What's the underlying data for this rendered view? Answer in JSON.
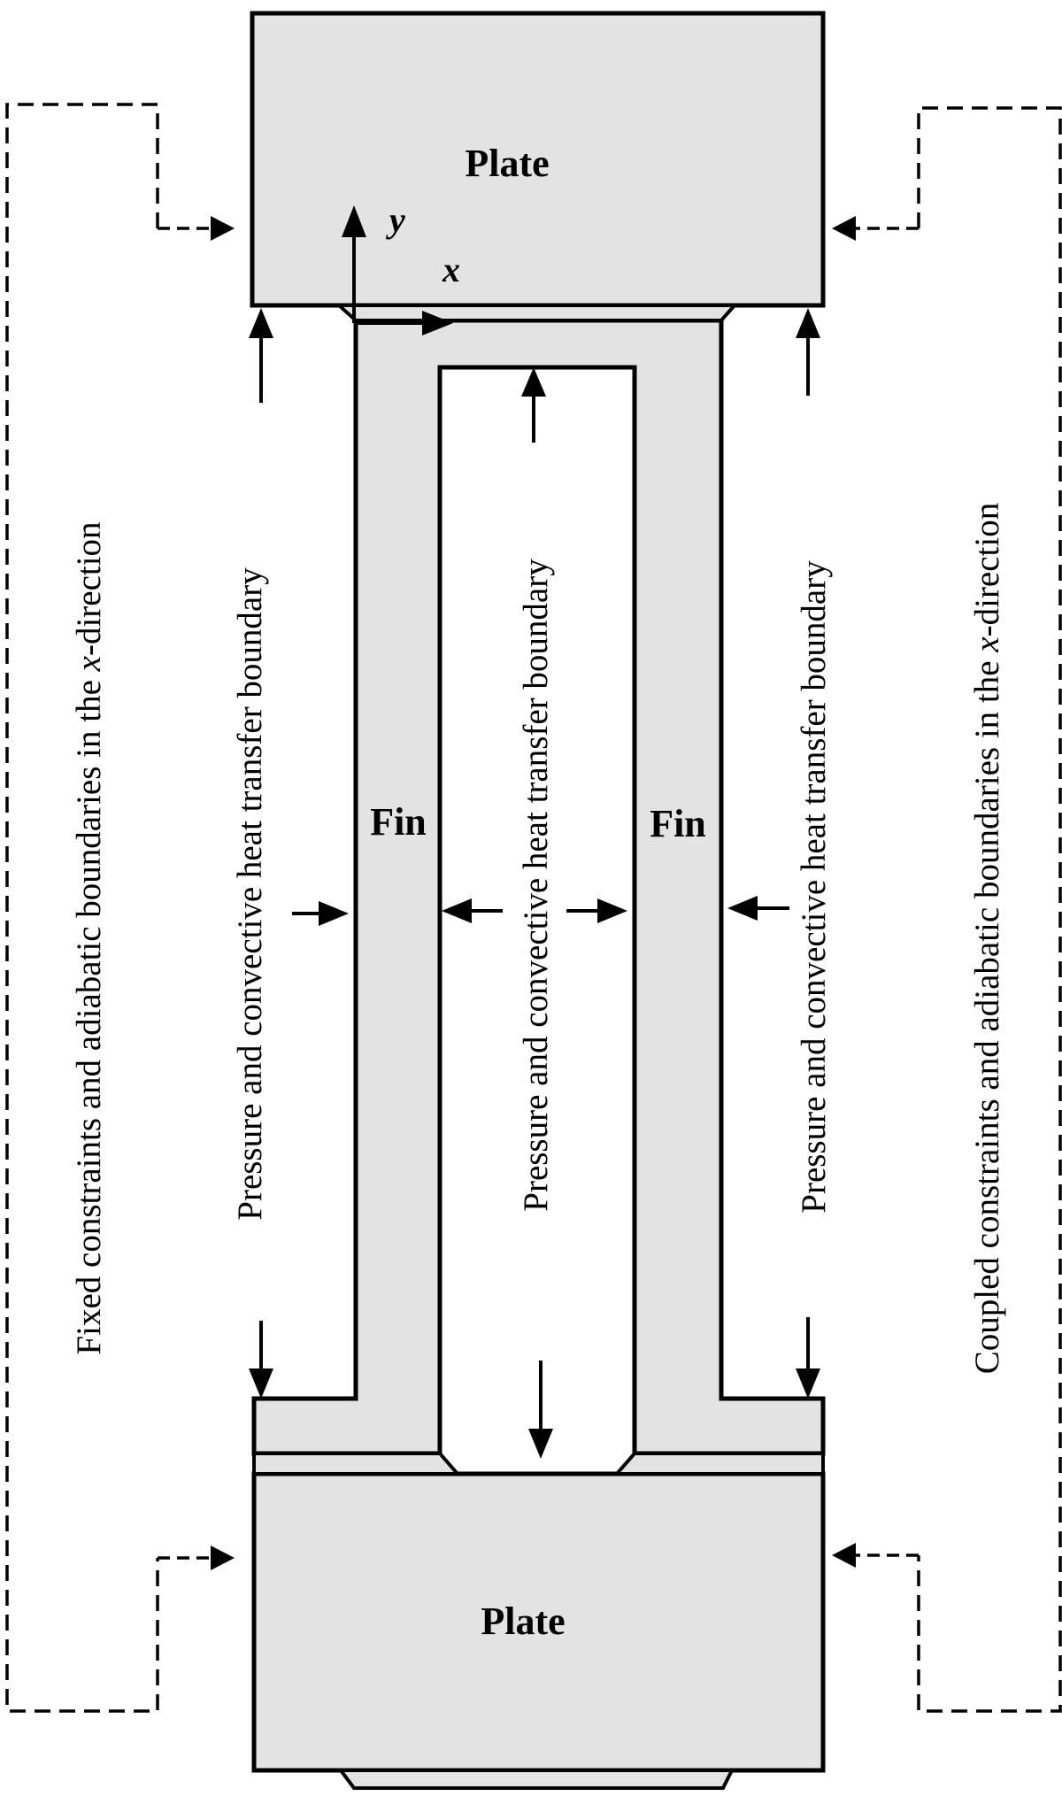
{
  "diagram": {
    "top_plate_label": "Plate",
    "bottom_plate_label": "Plate",
    "left_fin_label": "Fin",
    "right_fin_label": "Fin",
    "axis_x_label": "x",
    "axis_y_label": "y",
    "left_boundary_label": "Pressure and convective heat transfer boundary",
    "center_boundary_label": "Pressure and convective heat transfer boundary",
    "right_boundary_label": "Pressure and convective heat transfer boundary",
    "left_constraint_prefix": "Fixed constraints and adiabatic boundaries in the ",
    "left_constraint_var": "x",
    "left_constraint_suffix": "-direction",
    "right_constraint_prefix": "Coupled constraints and adiabatic boundaries in the ",
    "right_constraint_var": "x",
    "right_constraint_suffix": "-direction"
  },
  "colors": {
    "fill": "#e3e3e3",
    "stroke": "#000000"
  }
}
